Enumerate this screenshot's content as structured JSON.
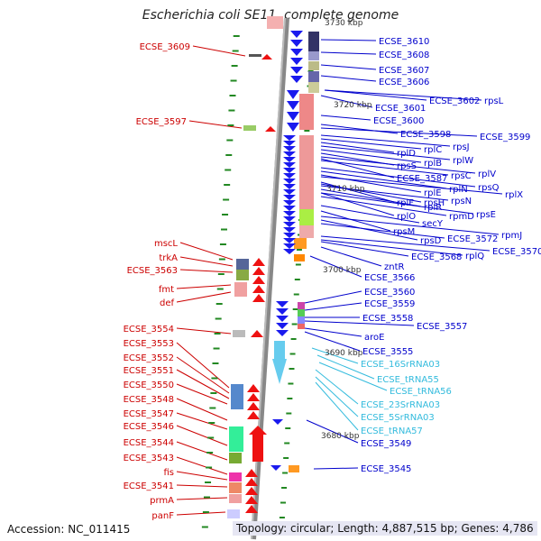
{
  "title": "Escherichia coli SE11, complete genome",
  "accession": "Accession: NC_011415",
  "topology": "Topology: circular; Length: 4,887,515 bp; Genes: 4,786",
  "colors": {
    "left_label": "#cc0000",
    "right_label": "#0000cc",
    "rna_label": "#33bbdd",
    "axis": "#777777",
    "tick": "#228822"
  },
  "scale_labels": [
    "3730 kbp",
    "3720 kbp",
    "3710 kbp",
    "3700 kbp",
    "3690 kbp",
    "3680 kbp"
  ],
  "left_labels": [
    "ECSE_3609",
    "ECSE_3597",
    "mscL",
    "trkA",
    "ECSE_3563",
    "fmt",
    "def",
    "ECSE_3554",
    "ECSE_3553",
    "ECSE_3552",
    "ECSE_3551",
    "ECSE_3550",
    "ECSE_3548",
    "ECSE_3547",
    "ECSE_3546",
    "ECSE_3544",
    "ECSE_3543",
    "fis",
    "ECSE_3541",
    "prmA",
    "panF"
  ],
  "right_labels": [
    "ECSE_3610",
    "ECSE_3608",
    "ECSE_3607",
    "ECSE_3606",
    "ECSE_3602",
    "rpsL",
    "ECSE_3601",
    "ECSE_3600",
    "ECSE_3598",
    "ECSE_3599",
    "rplC",
    "rpsJ",
    "rplD",
    "rplB",
    "rplW",
    "rpsS",
    "ECSE_3587",
    "rpsC",
    "rplV",
    "rplN",
    "rpsQ",
    "rplE",
    "rplX",
    "rplF",
    "rpsH",
    "rpsN",
    "rplR",
    "rplO",
    "rpmD",
    "rpsE",
    "secY",
    "rpsM",
    "rpmJ",
    "rpsD",
    "ECSE_3572",
    "ECSE_3570",
    "ECSE_3568",
    "rplQ",
    "zntR",
    "ECSE_3566",
    "ECSE_3560",
    "ECSE_3559",
    "ECSE_3558",
    "ECSE_3557",
    "aroE",
    "ECSE_3555",
    "ECSE_3549",
    "ECSE_3545"
  ],
  "rna_labels": [
    "ECSE_16SrRNA03",
    "ECSE_tRNA55",
    "ECSE_tRNA56",
    "ECSE_23SrRNA03",
    "ECSE_5SrRNA03",
    "ECSE_tRNA57"
  ]
}
